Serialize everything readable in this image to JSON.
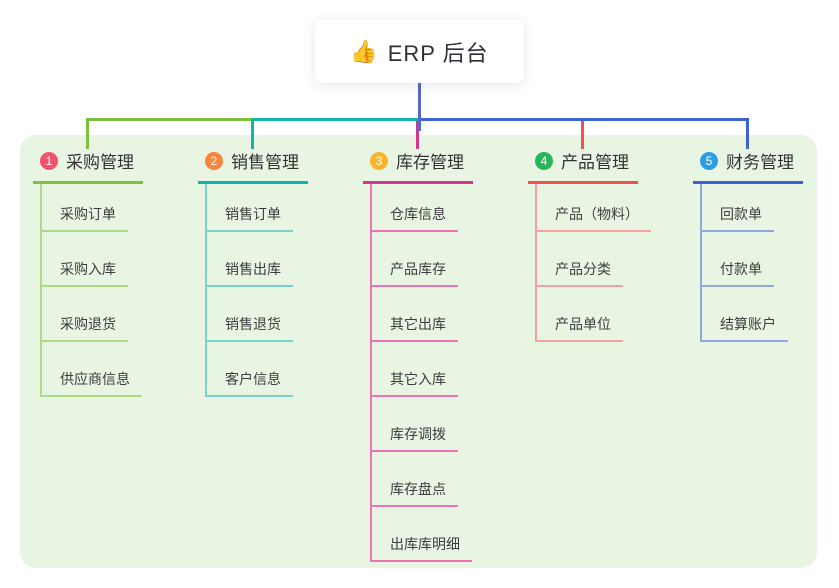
{
  "root": {
    "emoji": "👍",
    "label": "ERP 后台"
  },
  "branches": [
    {
      "index": "1",
      "label": "采购管理",
      "badge_color": "#F4516C",
      "line_color": "#7FC13E",
      "child_line_color": "#AFDB84",
      "children": [
        "采购订单",
        "采购入库",
        "采购退货",
        "供应商信息"
      ]
    },
    {
      "index": "2",
      "label": "销售管理",
      "badge_color": "#F9853C",
      "line_color": "#12B5AC",
      "child_line_color": "#7AD2CB",
      "children": [
        "销售订单",
        "销售出库",
        "销售退货",
        "客户信息"
      ]
    },
    {
      "index": "3",
      "label": "库存管理",
      "badge_color": "#F8B62D",
      "line_color": "#D6348E",
      "child_line_color": "#EE72B4",
      "children": [
        "仓库信息",
        "产品库存",
        "其它出库",
        "其它入库",
        "库存调拨",
        "库存盘点",
        "出库库明细"
      ]
    },
    {
      "index": "4",
      "label": "产品管理",
      "badge_color": "#27B75A",
      "line_color": "#F3514F",
      "child_line_color": "#F5A0A4",
      "children": [
        "产品（物料）",
        "产品分类",
        "产品单位"
      ]
    },
    {
      "index": "5",
      "label": "财务管理",
      "badge_color": "#2D9FE0",
      "line_color": "#3D63D2",
      "child_line_color": "#8FA6DE",
      "children": [
        "回款单",
        "付款单",
        "结算账户"
      ]
    }
  ],
  "colors": {
    "canvas_bg": "#FFFFFF",
    "panel_bg": "#E8F5E3",
    "trunk": "#5767C8",
    "title_text": "#333333",
    "child_text": "#3D3D3D"
  }
}
